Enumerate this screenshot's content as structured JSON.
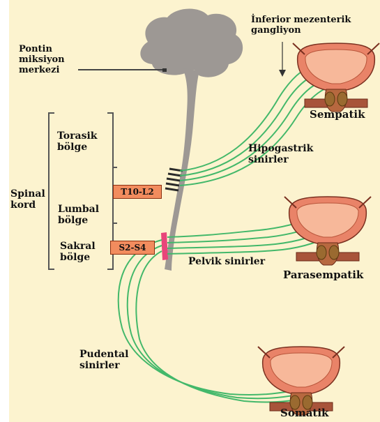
{
  "labels": {
    "pontine_center": "Pontin\nmiksiyon\nmerkezi",
    "inferior_ganglion": "İnferior mezenterik\ngangliyon",
    "sympathetic": "Sempatik",
    "thoracic_region": "Torasik\nbölge",
    "hypogastric_nerves": "Hipogastrik\nsinirler",
    "spinal_cord": "Spinal\nkord",
    "lumbar_region": "Lumbal\nbölge",
    "sacral_region": "Sakral\nbölge",
    "pelvic_nerves": "Pelvik sinirler",
    "parasympathetic": "Parasempatik",
    "pudendal_nerves": "Pudental\nsinirler",
    "somatic": "Somatik"
  },
  "segments": {
    "thoracolumbar": "T10-L2",
    "sacral": "S2-S4"
  },
  "colors": {
    "background": "#fcf3cf",
    "brain": "#9d9894",
    "nerve": "#43b86a",
    "bladder": "#e98368",
    "segment_box": "#f28c5e",
    "sacral_highlight": "#e8457a"
  }
}
